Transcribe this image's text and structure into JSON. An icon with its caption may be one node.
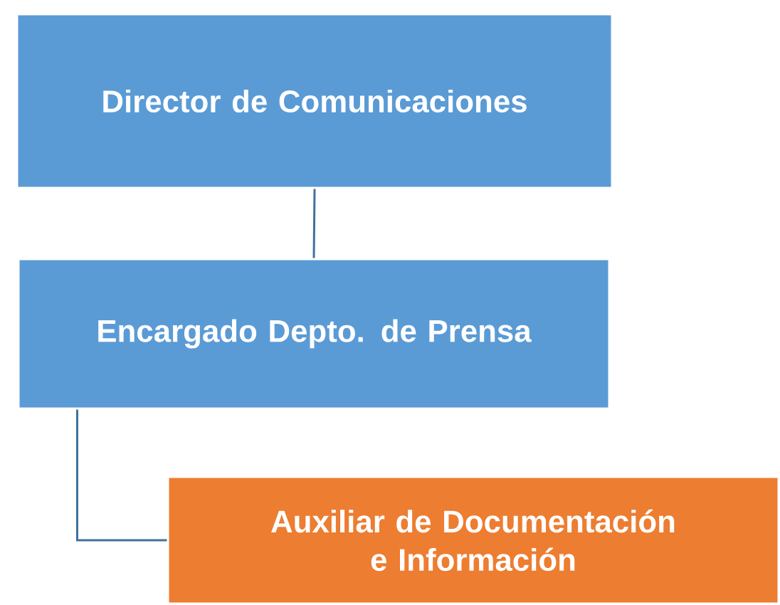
{
  "diagram": {
    "nodes": [
      {
        "text": [
          "Director de Comunicaciones"
        ]
      },
      {
        "text": [
          "Encargado Depto. de Prensa"
        ]
      },
      {
        "text": [
          "Auxiliar de Documentación e Información"
        ]
      }
    ],
    "edges": [
      {
        "from": 0,
        "to": 1,
        "arrow": "none"
      },
      {
        "from": 1,
        "to": 2,
        "arrow": "none"
      }
    ]
  }
}
